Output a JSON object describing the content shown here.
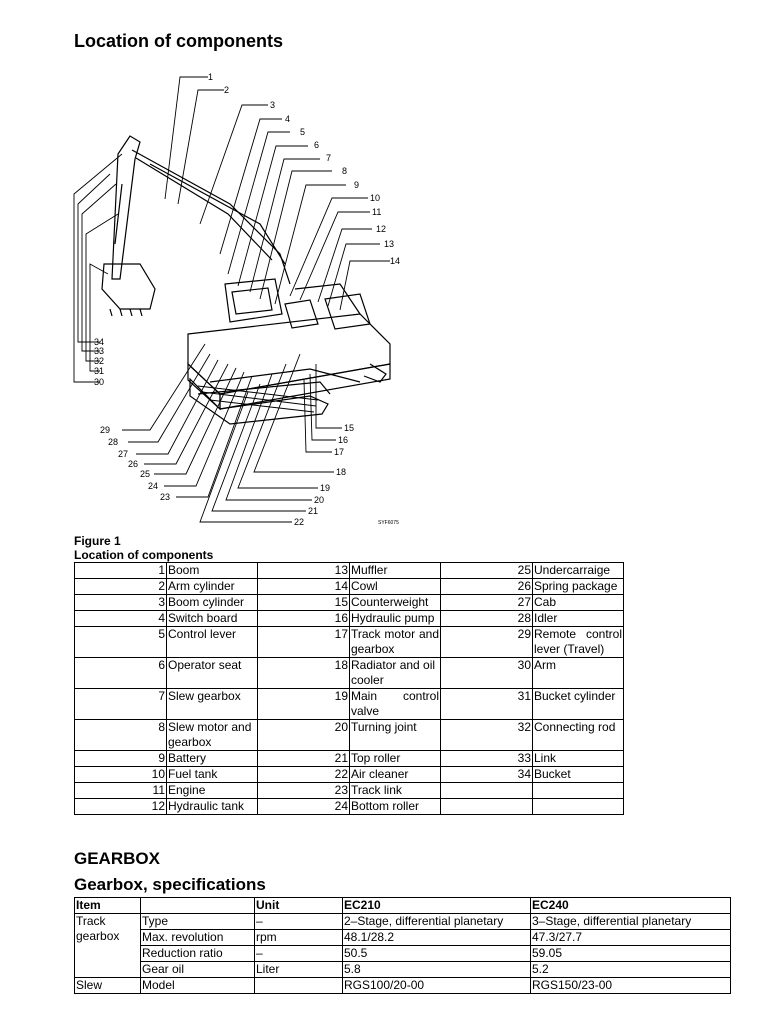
{
  "heading": "Location of components",
  "diagram": {
    "callouts_top": [
      "1",
      "2",
      "3",
      "4",
      "5",
      "6",
      "7",
      "8",
      "9",
      "10",
      "11",
      "12",
      "13",
      "14"
    ],
    "callouts_left": [
      "34",
      "33",
      "32",
      "31",
      "30"
    ],
    "callouts_bottom_left": [
      "29",
      "28",
      "27",
      "26",
      "25",
      "24",
      "23"
    ],
    "callouts_bottom_right": [
      "15",
      "16",
      "17",
      "18",
      "19",
      "20",
      "21",
      "22"
    ],
    "code": "SYF6075"
  },
  "figure": {
    "label": "Figure 1",
    "caption": "Location of components"
  },
  "components": [
    [
      {
        "n": "1",
        "t": "Boom"
      },
      {
        "n": "13",
        "t": "Muffler"
      },
      {
        "n": "25",
        "t": "Undercarraige"
      }
    ],
    [
      {
        "n": "2",
        "t": "Arm cylinder"
      },
      {
        "n": "14",
        "t": "Cowl"
      },
      {
        "n": "26",
        "t": "Spring package"
      }
    ],
    [
      {
        "n": "3",
        "t": "Boom cylinder"
      },
      {
        "n": "15",
        "t": "Counterweight"
      },
      {
        "n": "27",
        "t": "Cab"
      }
    ],
    [
      {
        "n": "4",
        "t": "Switch board"
      },
      {
        "n": "16",
        "t": "Hydraulic pump"
      },
      {
        "n": "28",
        "t": "Idler"
      }
    ],
    [
      {
        "n": "5",
        "t": "Control lever"
      },
      {
        "n": "17",
        "t": "Track motor and gearbox"
      },
      {
        "n": "29",
        "t": "Remote control lever (Travel)"
      }
    ],
    [
      {
        "n": "6",
        "t": "Operator seat"
      },
      {
        "n": "18",
        "t": "Radiator and oil cooler"
      },
      {
        "n": "30",
        "t": "Arm"
      }
    ],
    [
      {
        "n": "7",
        "t": "Slew gearbox"
      },
      {
        "n": "19",
        "t": "Main control valve"
      },
      {
        "n": "31",
        "t": "Bucket cylinder"
      }
    ],
    [
      {
        "n": "8",
        "t": "Slew motor and gearbox"
      },
      {
        "n": "20",
        "t": "Turning joint"
      },
      {
        "n": "32",
        "t": "Connecting rod"
      }
    ],
    [
      {
        "n": "9",
        "t": "Battery"
      },
      {
        "n": "21",
        "t": "Top roller"
      },
      {
        "n": "33",
        "t": "Link"
      }
    ],
    [
      {
        "n": "10",
        "t": "Fuel tank"
      },
      {
        "n": "22",
        "t": "Air cleaner"
      },
      {
        "n": "34",
        "t": "Bucket"
      }
    ],
    [
      {
        "n": "11",
        "t": "Engine"
      },
      {
        "n": "23",
        "t": "Track link"
      },
      {
        "n": "",
        "t": ""
      }
    ],
    [
      {
        "n": "12",
        "t": "Hydraulic tank"
      },
      {
        "n": "24",
        "t": "Bottom roller"
      },
      {
        "n": "",
        "t": ""
      }
    ]
  ],
  "section_title": "GEARBOX",
  "subsection_title": "Gearbox, specifications",
  "gear_table": {
    "headers": [
      "Item",
      "",
      "Unit",
      "EC210",
      "EC240"
    ],
    "groups": [
      {
        "item": "Track gearbox",
        "rows": [
          {
            "param": "Type",
            "unit": "–",
            "ec210": "2–Stage, differential planetary",
            "ec240": "3–Stage, differential planetary"
          },
          {
            "param": "Max. revolution",
            "unit": "rpm",
            "ec210": "48.1/28.2",
            "ec240": "47.3/27.7"
          },
          {
            "param": "Reduction ratio",
            "unit": "–",
            "ec210": "50.5",
            "ec240": "59.05"
          },
          {
            "param": "Gear oil",
            "unit": "Liter",
            "ec210": "5.8",
            "ec240": "5.2"
          }
        ]
      },
      {
        "item": "Slew",
        "rows": [
          {
            "param": "Model",
            "unit": "",
            "ec210": "RGS100/20-00",
            "ec240": "RGS150/23-00"
          }
        ]
      }
    ]
  }
}
